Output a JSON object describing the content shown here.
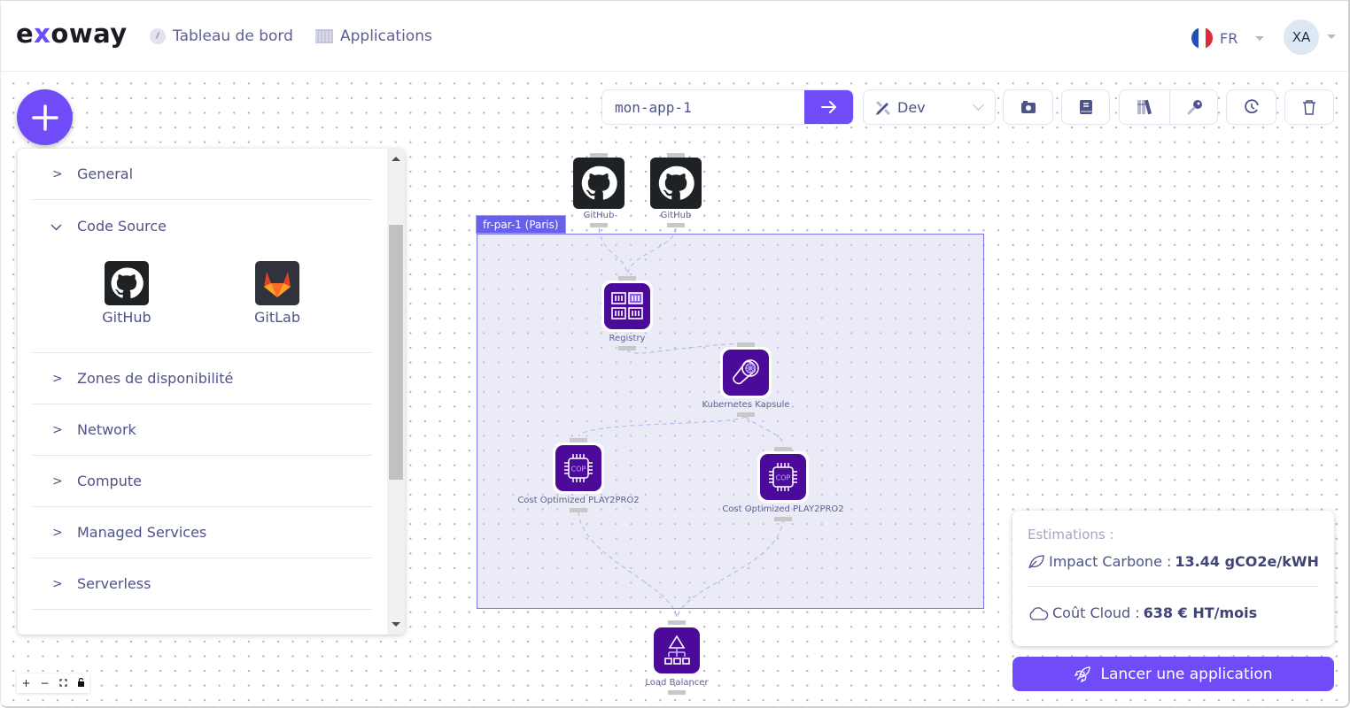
{
  "header": {
    "logo_prefix": "e",
    "logo_x": "x",
    "logo_suffix": "oway",
    "nav": [
      {
        "label": "Tableau de bord",
        "icon": "gauge-icon"
      },
      {
        "label": "Applications",
        "icon": "apps-icon"
      }
    ],
    "language": "FR",
    "user_initials": "XA"
  },
  "toolbar": {
    "app_name_value": "mon-app-1",
    "go_icon": "arrow-right-icon",
    "environment": "Dev",
    "buttons": [
      {
        "name": "snapshot-button",
        "icon": "camera-icon"
      },
      {
        "name": "docs-button",
        "icon": "book-icon"
      },
      {
        "name": "library-button",
        "icon": "library-icon"
      },
      {
        "name": "secrets-button",
        "icon": "key-icon"
      },
      {
        "name": "history-button",
        "icon": "history-icon"
      },
      {
        "name": "delete-button",
        "icon": "trash-icon"
      }
    ]
  },
  "palette": {
    "categories": [
      {
        "label": "General",
        "expanded": false
      },
      {
        "label": "Code Source",
        "expanded": true,
        "items": [
          {
            "label": "GitHub"
          },
          {
            "label": "GitLab"
          }
        ]
      },
      {
        "label": "Zones de disponibilité",
        "expanded": false
      },
      {
        "label": "Network",
        "expanded": false
      },
      {
        "label": "Compute",
        "expanded": false
      },
      {
        "label": "Managed Services",
        "expanded": false
      },
      {
        "label": "Serverless",
        "expanded": false
      }
    ]
  },
  "diagram": {
    "zone_label": "fr-par-1 (Paris)",
    "nodes": [
      {
        "id": "gh1",
        "label": "GitHub",
        "type": "github"
      },
      {
        "id": "gh2",
        "label": "GitHub",
        "type": "github"
      },
      {
        "id": "registry",
        "label": "Registry",
        "type": "registry"
      },
      {
        "id": "k8s",
        "label": "Kubernetes Kapsule",
        "type": "kubernetes"
      },
      {
        "id": "cop1",
        "label": "Cost Optimized PLAY2PRO2",
        "type": "instance",
        "chip_text": "COP"
      },
      {
        "id": "cop2",
        "label": "Cost Optimized PLAY2PRO2",
        "type": "instance",
        "chip_text": "COP"
      },
      {
        "id": "lb",
        "label": "Load Balancer",
        "type": "loadbalancer"
      }
    ],
    "edges": [
      [
        "gh1",
        "registry"
      ],
      [
        "gh2",
        "registry"
      ],
      [
        "registry",
        "k8s"
      ],
      [
        "k8s",
        "cop1"
      ],
      [
        "k8s",
        "cop2"
      ],
      [
        "cop1",
        "lb"
      ],
      [
        "cop2",
        "lb"
      ]
    ]
  },
  "estimations": {
    "title": "Estimations :",
    "carbon_label": "Impact Carbone :",
    "carbon_value": "13.44 gCO2e/kWH",
    "cost_label": "Coût Cloud :",
    "cost_value": "638 € HT/mois"
  },
  "launch_button": "Lancer une application",
  "zoom_controls": {
    "zoom_in": "+",
    "zoom_out": "−"
  },
  "colors": {
    "accent": "#6f4cf8",
    "node": "#4c0a9a",
    "zone": "#6761ea"
  }
}
